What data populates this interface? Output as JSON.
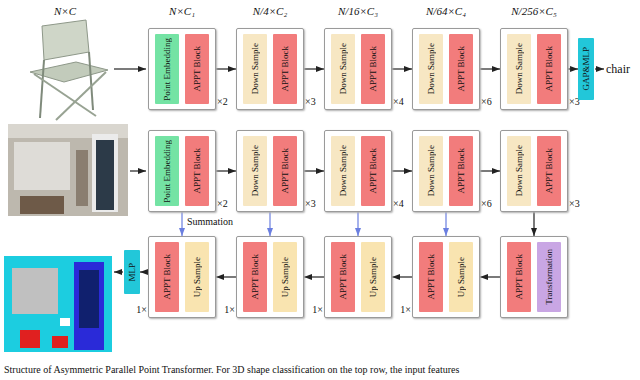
{
  "diagram": {
    "caption": "Structure of Asymmetric Parallel Point Transformer. For 3D shape classification on the top row, the input features",
    "nodes": [
      {
        "text": [
          "×2"
        ]
      },
      {
        "text": [
          "Point Embedding"
        ],
        "in": 0
      },
      {
        "text": [
          "APPT Block"
        ],
        "in": 0
      },
      {
        "text": [
          "×3"
        ]
      },
      {
        "text": [
          "Down Sample"
        ],
        "in": 3
      },
      {
        "text": [
          "APPT Block"
        ],
        "in": 3
      },
      {
        "text": [
          "×4"
        ]
      },
      {
        "text": [
          "Down Sample"
        ],
        "in": 6
      },
      {
        "text": [
          "APPT Block"
        ],
        "in": 6
      },
      {
        "text": [
          "×6"
        ]
      },
      {
        "text": [
          "Down Sample"
        ],
        "in": 9
      },
      {
        "text": [
          "APPT Block"
        ],
        "in": 9
      },
      {
        "text": [
          "×3"
        ]
      },
      {
        "text": [
          "Down Sample"
        ],
        "in": 12
      },
      {
        "text": [
          "APPT Block"
        ],
        "in": 12
      },
      {
        "text": [
          "GAP&MLP"
        ]
      },
      {
        "text": [
          "×2"
        ]
      },
      {
        "text": [
          "Point Embedding"
        ],
        "in": 16
      },
      {
        "text": [
          "APPT Block"
        ],
        "in": 16
      },
      {
        "text": [
          "×3"
        ]
      },
      {
        "text": [
          "Down Sample"
        ],
        "in": 19
      },
      {
        "text": [
          "APPT Block"
        ],
        "in": 19
      },
      {
        "text": [
          "×4"
        ]
      },
      {
        "text": [
          "Down Sample"
        ],
        "in": 22
      },
      {
        "text": [
          "APPT Block"
        ],
        "in": 22
      },
      {
        "text": [
          "×6"
        ]
      },
      {
        "text": [
          "Down Sample"
        ],
        "in": 25
      },
      {
        "text": [
          "APPT Block"
        ],
        "in": 25
      },
      {
        "text": [
          "×3"
        ]
      },
      {
        "text": [
          "Down Sample"
        ],
        "in": 28
      },
      {
        "text": [
          "APPT Block"
        ],
        "in": 28
      },
      {
        "text": [
          "MLP"
        ]
      },
      {
        "text": [
          "1×"
        ]
      },
      {
        "text": [
          "APPT Block"
        ],
        "in": 32
      },
      {
        "text": [
          "Up Sample"
        ],
        "in": 32
      },
      {
        "text": [
          "1×"
        ]
      },
      {
        "text": [
          "APPT Block"
        ],
        "in": 35
      },
      {
        "text": [
          "Up Sample"
        ],
        "in": 35
      },
      {
        "text": [
          "1×"
        ]
      },
      {
        "text": [
          "APPT Block"
        ],
        "in": 38
      },
      {
        "text": [
          "Up Sample"
        ],
        "in": 38
      },
      {
        "text": [
          "1×"
        ]
      },
      {
        "text": [
          "APPT Block"
        ],
        "in": 41
      },
      {
        "text": [
          "Up Sample"
        ],
        "in": 41
      },
      {
        "text": []
      },
      {
        "text": [
          "APPT Block"
        ],
        "in": 44
      },
      {
        "text": [
          "Transformation"
        ],
        "in": 44
      }
    ],
    "edges": [
      {
        "from": 0,
        "to": 3,
        "arrow": "to"
      },
      {
        "from": 3,
        "to": 6,
        "arrow": "to"
      },
      {
        "from": 6,
        "to": 9,
        "arrow": "to"
      },
      {
        "from": 9,
        "to": 12,
        "arrow": "to"
      },
      {
        "from": 12,
        "to": 15,
        "arrow": "to"
      },
      {
        "from": 16,
        "to": 19,
        "arrow": "to"
      },
      {
        "from": 19,
        "to": 22,
        "arrow": "to"
      },
      {
        "from": 22,
        "to": 25,
        "arrow": "to"
      },
      {
        "from": 25,
        "to": 28,
        "arrow": "to"
      },
      {
        "from": 28,
        "to": 44,
        "arrow": "to"
      },
      {
        "from": 16,
        "to": 32,
        "arrow": "to"
      },
      {
        "from": 19,
        "to": 35,
        "arrow": "to"
      },
      {
        "from": 22,
        "to": 38,
        "arrow": "to"
      },
      {
        "from": 25,
        "to": 41,
        "arrow": "to"
      },
      {
        "from": 44,
        "to": 41,
        "arrow": "to"
      },
      {
        "from": 41,
        "to": 38,
        "arrow": "to"
      },
      {
        "from": 38,
        "to": 35,
        "arrow": "to"
      },
      {
        "from": 35,
        "to": 32,
        "arrow": "to"
      },
      {
        "from": 32,
        "to": 31,
        "arrow": "to"
      }
    ],
    "labels": [
      "N×C",
      "N×C₁",
      "N/4×C₂",
      "N/16×C₃",
      "N/64×C₄",
      "N/256×C₅",
      "chair",
      "Summation"
    ]
  }
}
